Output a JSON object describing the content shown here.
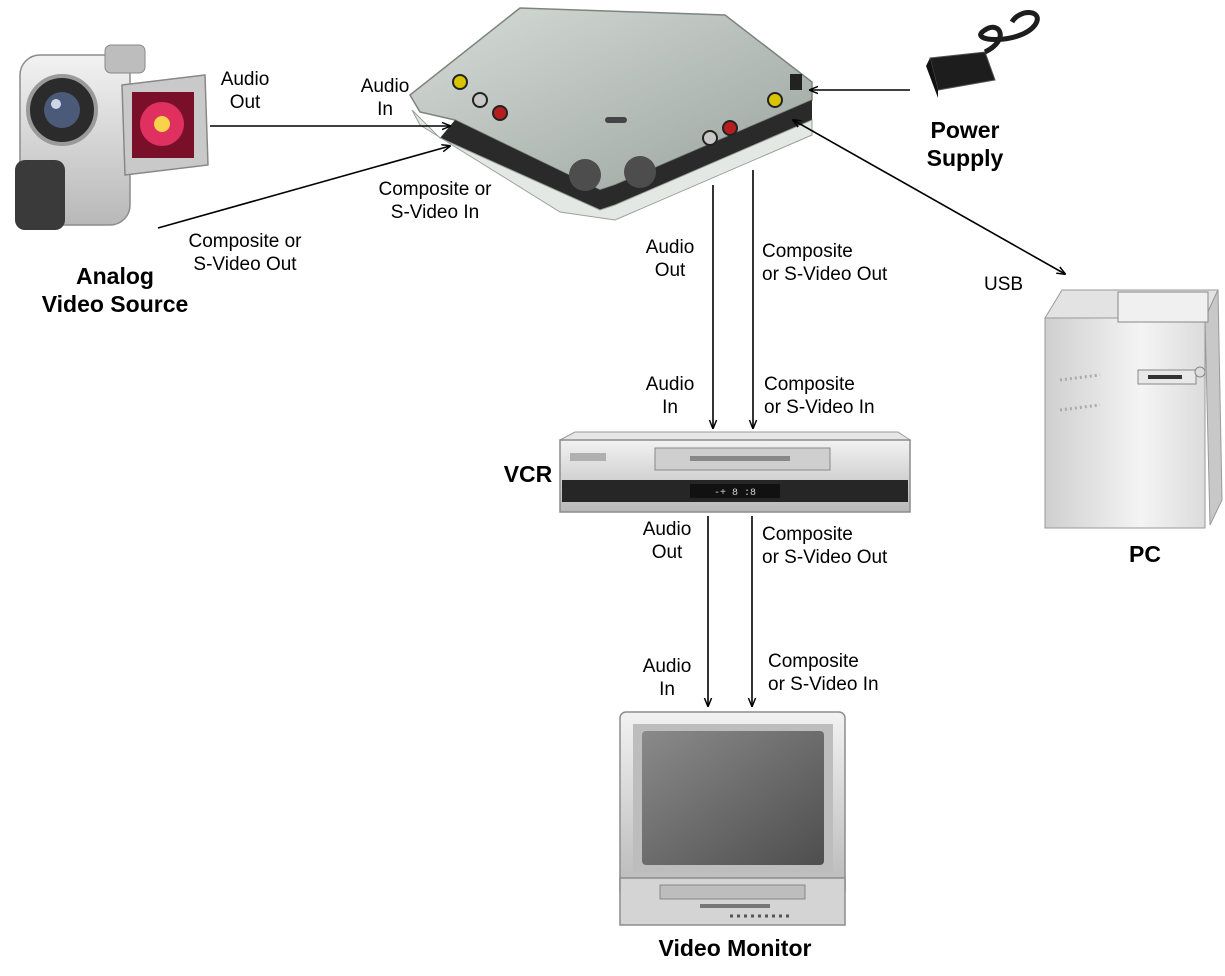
{
  "devices": {
    "camcorder": "Analog\nVideo Source",
    "power_supply": "Power\nSupply",
    "vcr": "VCR",
    "pc": "PC",
    "monitor": "Video Monitor"
  },
  "connections": {
    "cam_audio_out": "Audio\nOut",
    "box_audio_in": "Audio\nIn",
    "box_video_in": "Composite or\nS-Video In",
    "cam_video_out": "Composite or\nS-Video Out",
    "box_audio_out": "Audio\nOut",
    "box_video_out": "Composite\nor S-Video Out",
    "usb": "USB",
    "vcr_audio_in": "Audio\nIn",
    "vcr_video_in": "Composite\nor S-Video In",
    "vcr_audio_out": "Audio\nOut",
    "vcr_video_out": "Composite\nor S-Video Out",
    "mon_audio_in": "Audio\nIn",
    "mon_video_in": "Composite\nor S-Video In"
  },
  "colors": {
    "line": "#000000",
    "box_body": "#b9c0bc",
    "box_dark": "#2b2b2b",
    "device_silver": "#d9d9d9",
    "screen": "#6f6f6f"
  }
}
